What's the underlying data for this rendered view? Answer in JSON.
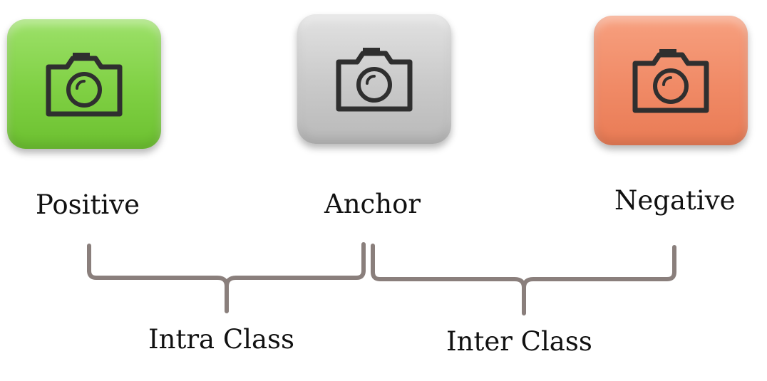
{
  "nodes": {
    "positive": {
      "label": "Positive",
      "color": "#80d045",
      "icon": "camera-icon"
    },
    "anchor": {
      "label": "Anchor",
      "color": "#c9c9c9",
      "icon": "camera-icon"
    },
    "negative": {
      "label": "Negative",
      "color": "#f08a66",
      "icon": "camera-icon"
    }
  },
  "groups": {
    "intra": {
      "label": "Intra Class"
    },
    "inter": {
      "label": "Inter Class"
    }
  },
  "colors": {
    "brace": "#8a7f7c",
    "icon_stroke": "#2f2f2f"
  }
}
